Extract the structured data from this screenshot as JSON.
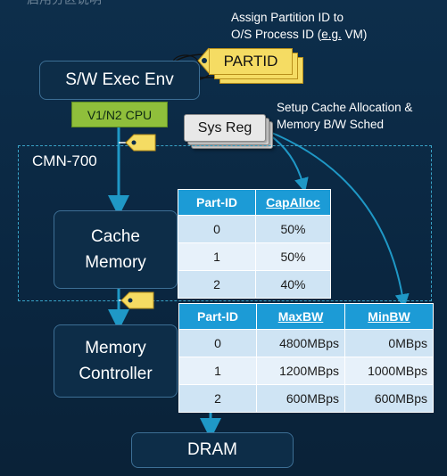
{
  "top_fragment": "启用分区说明",
  "note_partid": {
    "line1": "Assign Partition ID to",
    "line2_pre": "O/S Process ID (",
    "line2_link": "e.g.",
    "line2_post": " VM)"
  },
  "note_setup": {
    "line1": "Setup Cache Allocation &",
    "line2": "Memory B/W Sched"
  },
  "partid_label": "PARTID",
  "sw_exec_env": "S/W Exec Env",
  "cpu_label": "V1/N2 CPU",
  "sysreg_label": "Sys Reg",
  "cmn_label": "CMN-700",
  "cache_memory": {
    "line1": "Cache",
    "line2": "Memory"
  },
  "memory_controller": {
    "line1": "Memory",
    "line2": "Controller"
  },
  "dram": "DRAM",
  "cache_table": {
    "headers": [
      "Part-ID",
      "CapAlloc"
    ],
    "rows": [
      [
        "0",
        "50%"
      ],
      [
        "1",
        "50%"
      ],
      [
        "2",
        "40%"
      ]
    ]
  },
  "bw_table": {
    "headers": [
      "Part-ID",
      "MaxBW",
      "MinBW"
    ],
    "rows": [
      [
        "0",
        "4800MBps",
        "0MBps"
      ],
      [
        "1",
        "1200MBps",
        "1000MBps"
      ],
      [
        "2",
        "600MBps",
        "600MBps"
      ]
    ]
  },
  "colors": {
    "arrow": "#1f98c6",
    "table_header": "#1c9bd6",
    "cpu": "#8fbf3b",
    "partid": "#f5dc63"
  }
}
